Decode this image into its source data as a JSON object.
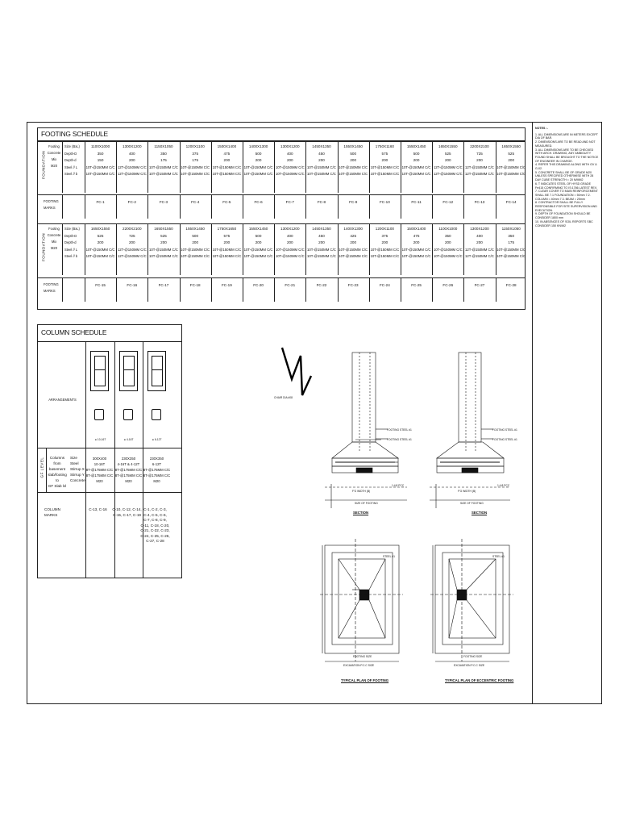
{
  "notes": {
    "title": "NOTES :-",
    "items": [
      "1. ALL DIMENSIONS ARE IN METERS EXCEPT DIA OF BAR.",
      "2. DIMENSIONS ARE TO BE READ AND NOT MEASURED.",
      "3. ALL DIMENSIONS ARE TO BE CHECKED WITH ARCH. DRAWING, ANY AMBIGUITY FOUND SHALL BE BROUGHT TO THE NOTICE OF ENGINEER IN CHARGE.",
      "4. REFER THIS DRAWING ALONG WITH GV & G-02.",
      "5. CONCRETE SHALL BE OF GRADE M20 UNLESS SPECIFIED OTHERWISE WITH 28 DAY CUBE STRENGTH = 20 N/MM2",
      "6. T INDICATES STEEL OF HYSD GRADE Fe415 CONFIRMING TO IS:1786 LATEST REV.",
      "7. CLEAR COVER TO MAIN REINFORCEMENT SHALL BE 7.1 FOUNDATION = 50mm 7.2. COLUMN = 40mm 7.3. BEAM = 25mm",
      "8. CONTRACTOR SHALL BE FULLY RESPONSIBLE FOR SITE SUPERVISION AND EXECUTION.",
      "9. DEPTH OF FOUNDATION SHOULD BE CONSIDER 1800 mm",
      "10. IN ABSENCES OF SOIL REPORTS SBC CONSIDER 150 KN/M2"
    ]
  },
  "footing_schedule": {
    "title": "FOOTING SCHEDULE",
    "side_label": "FOUNDATION",
    "col_labels": [
      "Footing",
      "Concrete",
      "Mix",
      "M20"
    ],
    "row_labels": [
      "Size (BxL)",
      "Depth-D",
      "Depth-d",
      "Steel // L",
      "Steel // b"
    ],
    "marks_label": [
      "FOOTING",
      "MARKS"
    ],
    "block1": {
      "sizes": [
        "1100X1000",
        "1300X1200",
        "1150X1050",
        "1200X1100",
        "1500X1400",
        "1400X1300",
        "1300X1200",
        "1450X1350",
        "1550X1450",
        "1750X1160",
        "1550X1450",
        "1650X1550",
        "2200X2100",
        "1650X1550"
      ],
      "D": [
        "350",
        "400",
        "350",
        "375",
        "475",
        "500",
        "400",
        "450",
        "500",
        "575",
        "500",
        "525",
        "725",
        "525"
      ],
      "d": [
        "150",
        "200",
        "175",
        "175",
        "200",
        "200",
        "200",
        "200",
        "200",
        "200",
        "200",
        "200",
        "200",
        "200"
      ],
      "steelL": [
        "10T-@150MM C/C",
        "12T-@150MM C/C",
        "10T-@150MM C/C",
        "10T-@150MM C/C",
        "10T-@150MM C/C",
        "10T-@150MM C/C",
        "10T-@150MM C/C",
        "10T-@150MM C/C",
        "10T-@150MM C/C",
        "10T-@150MM C/C",
        "10T-@150MM C/C",
        "12T-@150MM C/C",
        "12T-@150MM C/C",
        "10T-@150MM C/C"
      ],
      "steelB": [
        "10T-@150MM C/C",
        "12T-@150MM C/C",
        "10T-@150MM C/C",
        "10T-@150MM C/C",
        "10T-@150MM C/C",
        "10T-@150MM C/C",
        "10T-@150MM C/C",
        "10T-@150MM C/C",
        "10T-@150MM C/C",
        "10T-@150MM C/C",
        "10T-@150MM C/C",
        "12T-@150MM C/C",
        "12T-@150MM C/C",
        "10T-@150MM C/C"
      ],
      "marks": [
        "FC-1",
        "FC-2",
        "FC-3",
        "FC-4",
        "FC-5",
        "FC-6",
        "FC-7",
        "FC-8",
        "FC-9",
        "FC-10",
        "FC-11",
        "FC-12",
        "FC-13",
        "FC-14"
      ]
    },
    "block2": {
      "sizes": [
        "1650X1550",
        "2200X2100",
        "1650X1550",
        "1550X1450",
        "1750X1650",
        "1550X1450",
        "1300X1200",
        "1450X1350",
        "1400X1300",
        "1200X1100",
        "1500X1400",
        "1100X1000",
        "1300X1200",
        "1150X1050"
      ],
      "D": [
        "525",
        "725",
        "525",
        "500",
        "575",
        "500",
        "400",
        "450",
        "425",
        "375",
        "475",
        "350",
        "400",
        "350"
      ],
      "d": [
        "200",
        "200",
        "200",
        "200",
        "200",
        "200",
        "200",
        "200",
        "200",
        "200",
        "200",
        "200",
        "200",
        "175"
      ],
      "steelL": [
        "10T-@150MM C/C",
        "12T-@150MM C/C",
        "10T-@150MM C/C",
        "10T-@150MM C/C",
        "10T-@150MM C/C",
        "10T-@150MM C/C",
        "10T-@150MM C/C",
        "10T-@150MM C/C",
        "10T-@150MM C/C",
        "10T-@150MM C/C",
        "10T-@150MM C/C",
        "10T-@150MM C/C",
        "12T-@150MM C/C",
        "10T-@150MM C/C"
      ],
      "steelB": [
        "10T-@150MM C/C",
        "12T-@150MM C/C",
        "10T-@150MM C/C",
        "10T-@150MM C/C",
        "10T-@150MM C/C",
        "10T-@150MM C/C",
        "10T-@150MM C/C",
        "10T-@150MM C/C",
        "10T-@150MM C/C",
        "10T-@150MM C/C",
        "10T-@150MM C/C",
        "10T-@150MM C/C",
        "12T-@150MM C/C",
        "10T-@150MM C/C"
      ],
      "marks": [
        "FC-15",
        "FC-16",
        "FC-17",
        "FC-18",
        "FC-19",
        "FC-20",
        "FC-21",
        "FC-22",
        "FC-23",
        "FC-24",
        "FC-25",
        "FC-26",
        "FC-27",
        "FC-28"
      ]
    }
  },
  "column_schedule": {
    "title": "COLUMN SCHEDULE",
    "arrangements_label": "ARRANGEMENTS",
    "side_label": "GF LEVEL",
    "desc_labels": [
      "Columns",
      "from",
      "basement",
      "slab/footing",
      "to",
      "GF Slab lvl"
    ],
    "attr_labels": [
      "Size",
      "Steel",
      "Stirrup X",
      "Stirrup Y",
      "Concrete"
    ],
    "marks_label": [
      "COLUMN",
      "MARKS"
    ],
    "bar_tags": [
      "10-16T",
      "4-16T",
      "6-12T"
    ],
    "columns": [
      {
        "size": "300X400",
        "steel": "10-16T",
        "stirrupX": "8T-@175MM C/C",
        "stirrupY": "8T-@175MM C/C",
        "concrete": "M20",
        "marks": "C-13, C-16"
      },
      {
        "size": "230X350",
        "steel": "4-16T & 4-12T",
        "stirrupX": "8T-@175MM C/C",
        "stirrupY": "8T-@175MM C/C",
        "concrete": "M20",
        "marks": "C-10, C-12, C-14, C-15, C-17, C-19"
      },
      {
        "size": "230X350",
        "steel": "6-12T",
        "stirrupX": "8T-@175MM C/C",
        "stirrupY": "8T-@175MM C/C",
        "concrete": "M20",
        "marks": "C-1, C-2, C-3, C-4, C-5, C-6, C-7, C-8, C-9, C-11, C-18, C-20, C-21, C-22, C-23, C-24, C-25, C-26, C-27, C-28"
      }
    ]
  },
  "details": {
    "chair_label": "CHAIR DIA #08",
    "section_title": "SECTION",
    "plan_title_1": "TYPICAL PLAN OF FOOTING",
    "plan_title_2": "TYPICAL PLAN OF ECCENTRIC FOOTING",
    "steel_label": "FOOTING STEEL #1",
    "pcc_label": "1:4:8 PCC",
    "size_label_1": "F'G WIDTH (B)",
    "size_label_2": "SIZE OF FOOTING",
    "plan_steel": "STEEL #1",
    "plan_bottom_1": "FOOTING SIZE",
    "plan_bottom_2": "EXCAVATION P.C.C SIZE"
  }
}
